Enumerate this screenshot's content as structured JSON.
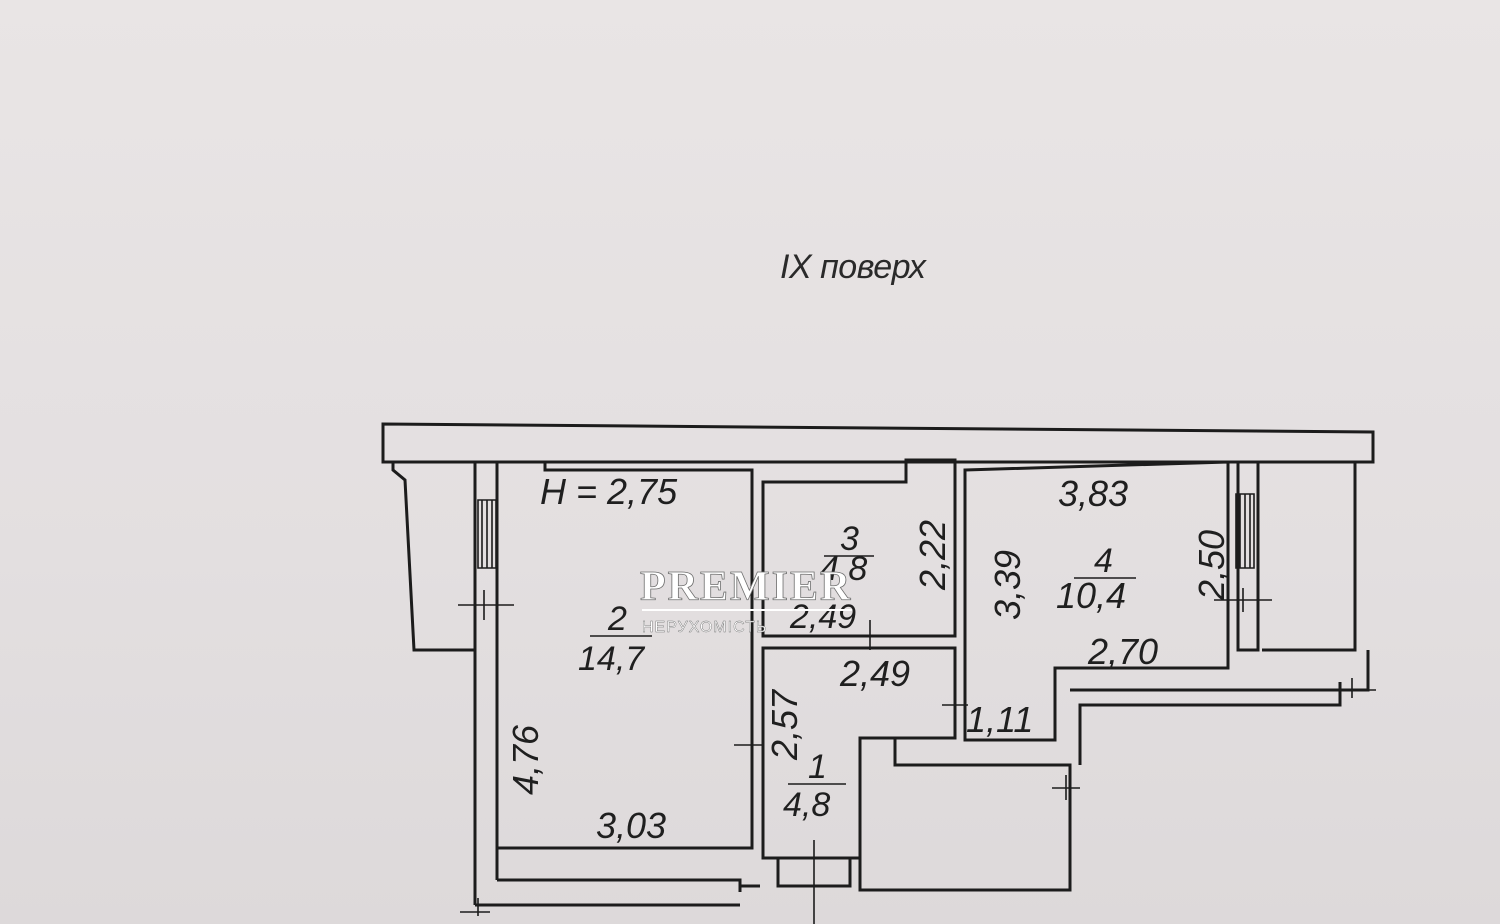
{
  "title": "IX поверх",
  "ceiling_height": "H = 2,75",
  "rooms": [
    {
      "number": "1",
      "area": "4,8"
    },
    {
      "number": "2",
      "area": "14,7"
    },
    {
      "number": "3",
      "area": "4,8"
    },
    {
      "number": "4",
      "area": "10,4"
    }
  ],
  "dimensions": {
    "room2_width": "3,03",
    "room2_length": "4,76",
    "room3_height": "2,22",
    "room3_width": "2,49",
    "room1_width": "2,49",
    "room1_height": "2,57",
    "room4_top": "3,83",
    "room4_left": "3,39",
    "room4_right": "2,50",
    "room4_bottom": "2,70",
    "corridor": "1,11"
  },
  "watermark": {
    "brand": "PREMIER",
    "subtitle": "НЕРУХОМІСТЬ"
  }
}
